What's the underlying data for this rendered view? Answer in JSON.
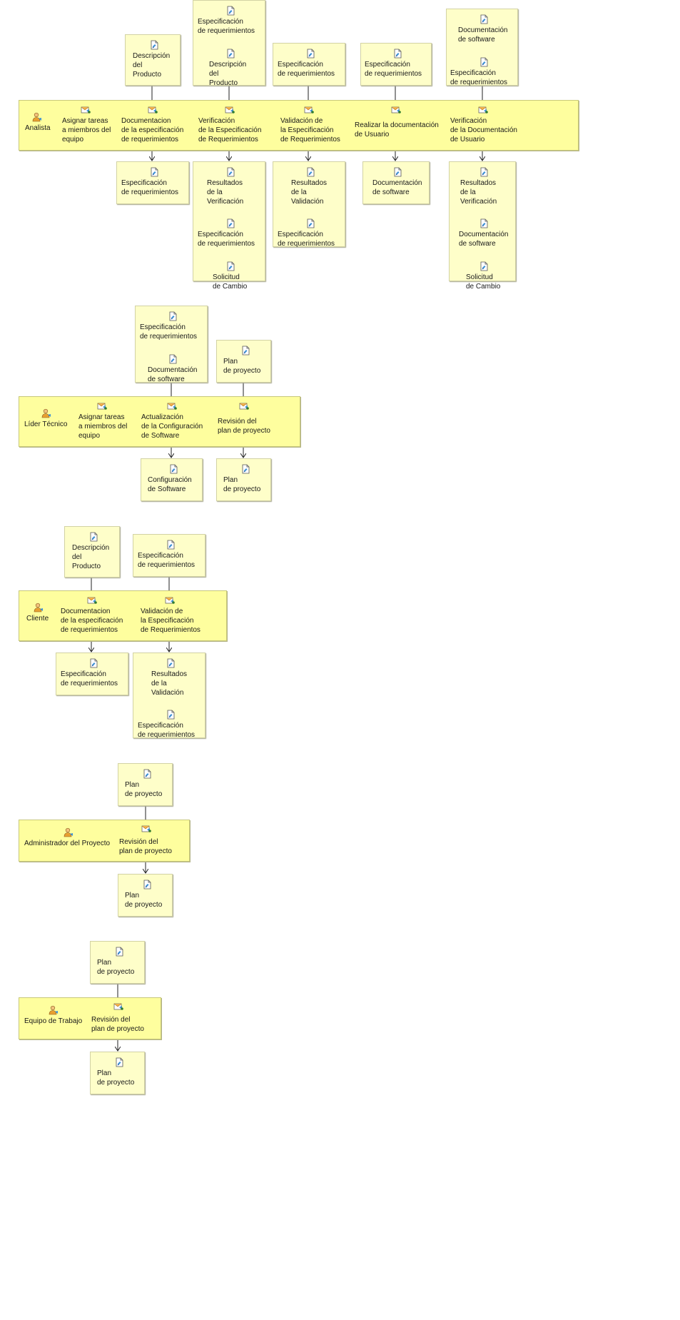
{
  "lanes": [
    {
      "role": "Analista",
      "activities": [
        {
          "label": "Asignar tareas\na miembros del\nequipo",
          "inputs": [],
          "outputs": []
        },
        {
          "label": "Documentacion\nde la especificación\nde requerimientos",
          "inputs": [
            "Descripción\ndel\nProducto"
          ],
          "outputs": [
            "Especificación\nde requerimientos"
          ]
        },
        {
          "label": "Verificación\nde la Especificación\nde Requerimientos",
          "inputs": [
            "Especificación\nde requerimientos",
            "Descripción\ndel\nProducto"
          ],
          "outputs": [
            "Resultados\nde la\nVerificación",
            "Especificación\nde requerimientos",
            "Solicitud\nde Cambio"
          ]
        },
        {
          "label": "Validación de\nla Especificación\nde Requerimientos",
          "inputs": [
            "Especificación\nde requerimientos"
          ],
          "outputs": [
            "Resultados\nde la\nValidación",
            "Especificación\nde requerimientos"
          ]
        },
        {
          "label": "Realizar la documentación\nde Usuario",
          "inputs": [
            "Especificación\nde requerimientos"
          ],
          "outputs": [
            "Documentación\nde software"
          ]
        },
        {
          "label": "Verificación\nde la Documentación\nde Usuario",
          "inputs": [
            "Documentación\nde software",
            "Especificación\nde requerimientos"
          ],
          "outputs": [
            "Resultados\nde la\nVerificación",
            "Documentación\nde software",
            "Solicitud\nde Cambio"
          ]
        }
      ]
    },
    {
      "role": "Líder Técnico",
      "activities": [
        {
          "label": "Asignar tareas\na miembros del\nequipo",
          "inputs": [],
          "outputs": []
        },
        {
          "label": "Actualización\nde la Configuración\nde Software",
          "inputs": [
            "Especificación\nde requerimientos",
            "Documentación\nde software"
          ],
          "outputs": [
            "Configuración\nde Software"
          ]
        },
        {
          "label": "Revisión del\nplan de proyecto",
          "inputs": [
            "Plan\nde proyecto"
          ],
          "outputs": [
            "Plan\nde proyecto"
          ]
        }
      ]
    },
    {
      "role": "Cliente",
      "activities": [
        {
          "label": "Documentacion\nde la especificación\nde requerimientos",
          "inputs": [
            "Descripción\ndel\nProducto"
          ],
          "outputs": [
            "Especificación\nde requerimientos"
          ]
        },
        {
          "label": "Validación de\nla Especificación\nde Requerimientos",
          "inputs": [
            "Especificación\nde requerimientos"
          ],
          "outputs": [
            "Resultados\nde la\nValidación",
            "Especificación\nde requerimientos"
          ]
        }
      ]
    },
    {
      "role": "Administrador del Proyecto",
      "activities": [
        {
          "label": "Revisión del\nplan de proyecto",
          "inputs": [
            "Plan\nde proyecto"
          ],
          "outputs": [
            "Plan\nde proyecto"
          ]
        }
      ]
    },
    {
      "role": "Equipo de Trabajo",
      "activities": [
        {
          "label": "Revisión del\nplan de proyecto",
          "inputs": [
            "Plan\nde proyecto"
          ],
          "outputs": [
            "Plan\nde proyecto"
          ]
        }
      ]
    }
  ],
  "colors": {
    "lane_fill": "#fefe9e",
    "artifact_fill": "#fefec9",
    "arrow": "#222222"
  }
}
